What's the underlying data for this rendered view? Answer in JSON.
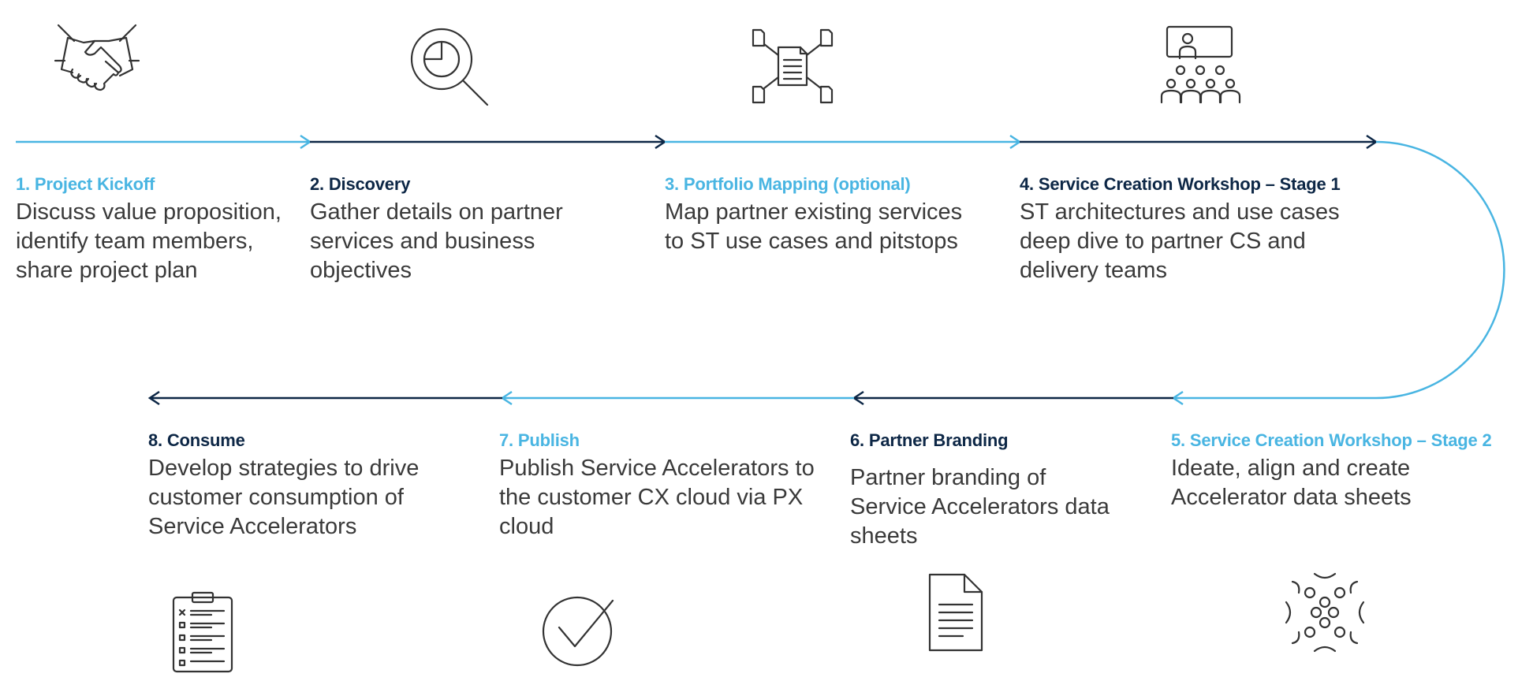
{
  "colors": {
    "light_blue": "#49b5e2",
    "navy": "#0d2746",
    "text": "#3a3a3a",
    "icon": "#333333"
  },
  "steps": [
    {
      "title": "1. Project Kickoff",
      "description": "Discuss value proposition, identify team members, share project plan",
      "title_color": "light_blue",
      "icon": "handshake-icon"
    },
    {
      "title": "2. Discovery",
      "description": "Gather details on partner services and business objectives",
      "title_color": "navy",
      "icon": "magnifier-pie-chart-icon"
    },
    {
      "title": "3. Portfolio Mapping (optional)",
      "description": "Map partner existing services to ST use cases and pitstops",
      "title_color": "light_blue",
      "icon": "document-network-icon"
    },
    {
      "title": "4. Service Creation Workshop – Stage 1",
      "description": "ST architectures and use cases deep dive to partner CS and delivery teams",
      "title_color": "navy",
      "icon": "presentation-audience-icon"
    },
    {
      "title": "5. Service Creation Workshop – Stage 2",
      "description": "Ideate, align and create Accelerator data sheets",
      "title_color": "light_blue",
      "icon": "ideation-circles-icon"
    },
    {
      "title": "6. Partner Branding",
      "description": "Partner branding of Service Accelerators data sheets",
      "title_color": "navy",
      "icon": "document-icon"
    },
    {
      "title": "7. Publish",
      "description": "Publish Service Accelerators to the customer CX cloud via PX cloud",
      "title_color": "light_blue",
      "icon": "checkmark-circle-icon"
    },
    {
      "title": "8. Consume",
      "description": "Develop strategies to drive customer consumption of Service Accelerators",
      "title_color": "navy",
      "icon": "clipboard-checklist-icon"
    }
  ]
}
